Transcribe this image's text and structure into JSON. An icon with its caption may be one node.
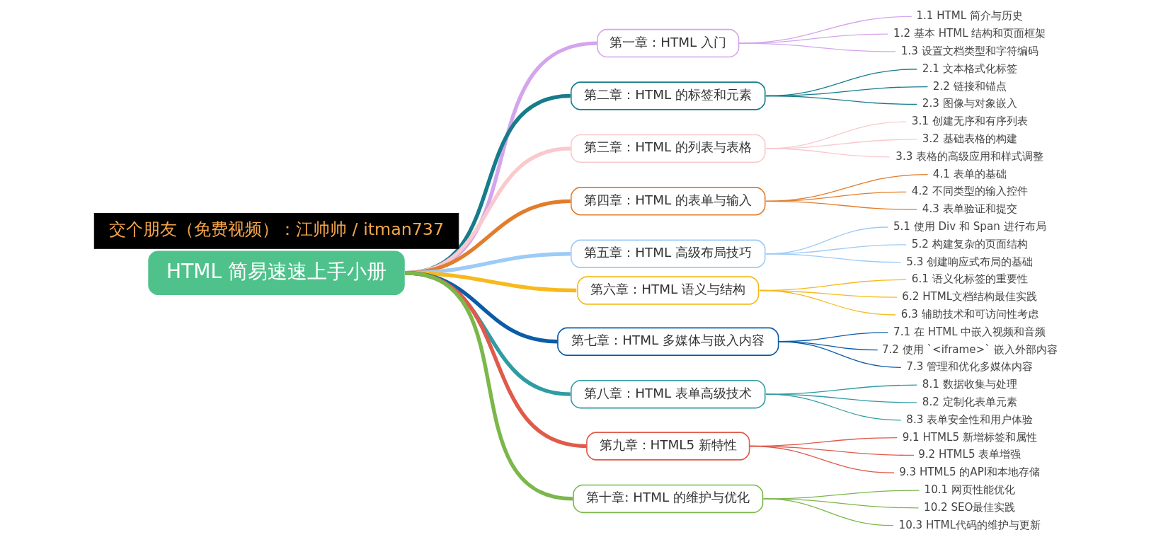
{
  "diagram": {
    "nodes": [
      {
        "text": [
          "HTML 简易速速上手小册"
        ]
      },
      {
        "text": [
          "第一章：HTML 入门"
        ]
      },
      {
        "text": [
          "1.1 HTML 简介与历史"
        ]
      },
      {
        "text": [
          "1.2 基本 HTML 结构和页面框架"
        ]
      },
      {
        "text": [
          "1.3 设置文档类型和字符编码"
        ]
      },
      {
        "text": [
          "第二章：HTML 的标签和元素"
        ]
      },
      {
        "text": [
          "2.1 文本格式化标签"
        ]
      },
      {
        "text": [
          "2.2 链接和锚点"
        ]
      },
      {
        "text": [
          "2.3 图像与对象嵌入"
        ]
      },
      {
        "text": [
          "第三章：HTML 的列表与表格"
        ]
      },
      {
        "text": [
          "3.1 创建无序和有序列表"
        ]
      },
      {
        "text": [
          "3.2 基础表格的构建"
        ]
      },
      {
        "text": [
          "3.3 表格的高级应用和样式调整"
        ]
      },
      {
        "text": [
          "第四章：HTML 的表单与输入"
        ]
      },
      {
        "text": [
          "4.1 表单的基础"
        ]
      },
      {
        "text": [
          "4.2 不同类型的输入控件"
        ]
      },
      {
        "text": [
          "4.3 表单验证和提交"
        ]
      },
      {
        "text": [
          "第五章：HTML 高级布局技巧"
        ]
      },
      {
        "text": [
          "5.1 使用 Div 和 Span 进行布局"
        ]
      },
      {
        "text": [
          "5.2 构建复杂的页面结构"
        ]
      },
      {
        "text": [
          "5.3 创建响应式布局的基础"
        ]
      },
      {
        "text": [
          "第六章：HTML 语义与结构"
        ]
      },
      {
        "text": [
          "6.1 语义化标签的重要性"
        ]
      },
      {
        "text": [
          "6.2 HTML文档结构最佳实践"
        ]
      },
      {
        "text": [
          "6.3 辅助技术和可访问性考虑"
        ]
      },
      {
        "text": [
          "第七章：HTML 多媒体与嵌入内容"
        ]
      },
      {
        "text": [
          "7.1 在 HTML 中嵌入视频和音频"
        ]
      },
      {
        "text": [
          "7.2 使用 `<iframe>` 嵌入外部内容"
        ]
      },
      {
        "text": [
          "7.3 管理和优化多媒体内容"
        ]
      },
      {
        "text": [
          "第八章：HTML 表单高级技术"
        ]
      },
      {
        "text": [
          "8.1 数据收集与处理"
        ]
      },
      {
        "text": [
          "8.2 定制化表单元素"
        ]
      },
      {
        "text": [
          "8.3 表单安全性和用户体验"
        ]
      },
      {
        "text": [
          "第九章：HTML5 新特性"
        ]
      },
      {
        "text": [
          "9.1 HTML5 新增标签和属性"
        ]
      },
      {
        "text": [
          "9.2 HTML5 表单增强"
        ]
      },
      {
        "text": [
          "9.3 HTML5 的API和本地存储"
        ]
      },
      {
        "text": [
          "第十章: HTML 的维护与优化"
        ]
      },
      {
        "text": [
          "10.1 网页性能优化"
        ]
      },
      {
        "text": [
          "10.2 SEO最佳实践"
        ]
      },
      {
        "text": [
          "10.3 HTML代码的维护与更新"
        ]
      }
    ],
    "edges": [
      {
        "from": 0,
        "to": 1,
        "arrow": "none",
        "style": "thick",
        "color": "#d4a5ec"
      },
      {
        "from": 1,
        "to": 2,
        "arrow": "none",
        "color": "#d4a5ec"
      },
      {
        "from": 1,
        "to": 3,
        "arrow": "none",
        "color": "#d4a5ec"
      },
      {
        "from": 1,
        "to": 4,
        "arrow": "none",
        "color": "#d4a5ec"
      },
      {
        "from": 0,
        "to": 5,
        "arrow": "none",
        "style": "thick",
        "color": "#167c8c"
      },
      {
        "from": 5,
        "to": 6,
        "arrow": "none",
        "color": "#167c8c"
      },
      {
        "from": 5,
        "to": 7,
        "arrow": "none",
        "color": "#167c8c"
      },
      {
        "from": 5,
        "to": 8,
        "arrow": "none",
        "color": "#167c8c"
      },
      {
        "from": 0,
        "to": 9,
        "arrow": "none",
        "style": "thick",
        "color": "#f9c9cd"
      },
      {
        "from": 9,
        "to": 10,
        "arrow": "none",
        "color": "#f9c9cd"
      },
      {
        "from": 9,
        "to": 11,
        "arrow": "none",
        "color": "#f9c9cd"
      },
      {
        "from": 9,
        "to": 12,
        "arrow": "none",
        "color": "#f9c9cd"
      },
      {
        "from": 0,
        "to": 13,
        "arrow": "none",
        "style": "thick",
        "color": "#e27d2c"
      },
      {
        "from": 13,
        "to": 14,
        "arrow": "none",
        "color": "#e27d2c"
      },
      {
        "from": 13,
        "to": 15,
        "arrow": "none",
        "color": "#e27d2c"
      },
      {
        "from": 13,
        "to": 16,
        "arrow": "none",
        "color": "#e27d2c"
      },
      {
        "from": 0,
        "to": 17,
        "arrow": "none",
        "style": "thick",
        "color": "#9dcbf7"
      },
      {
        "from": 17,
        "to": 18,
        "arrow": "none",
        "color": "#9dcbf7"
      },
      {
        "from": 17,
        "to": 19,
        "arrow": "none",
        "color": "#9dcbf7"
      },
      {
        "from": 17,
        "to": 20,
        "arrow": "none",
        "color": "#9dcbf7"
      },
      {
        "from": 0,
        "to": 21,
        "arrow": "none",
        "style": "thick",
        "color": "#f7b91c"
      },
      {
        "from": 21,
        "to": 22,
        "arrow": "none",
        "color": "#f7b91c"
      },
      {
        "from": 21,
        "to": 23,
        "arrow": "none",
        "color": "#f7b91c"
      },
      {
        "from": 21,
        "to": 24,
        "arrow": "none",
        "color": "#f7b91c"
      },
      {
        "from": 0,
        "to": 25,
        "arrow": "none",
        "style": "thick",
        "color": "#0b5ca8"
      },
      {
        "from": 25,
        "to": 26,
        "arrow": "none",
        "color": "#0b5ca8"
      },
      {
        "from": 25,
        "to": 27,
        "arrow": "none",
        "color": "#0b5ca8"
      },
      {
        "from": 25,
        "to": 28,
        "arrow": "none",
        "color": "#0b5ca8"
      },
      {
        "from": 0,
        "to": 29,
        "arrow": "none",
        "style": "thick",
        "color": "#2f9ca2"
      },
      {
        "from": 29,
        "to": 30,
        "arrow": "none",
        "color": "#2f9ca2"
      },
      {
        "from": 29,
        "to": 31,
        "arrow": "none",
        "color": "#2f9ca2"
      },
      {
        "from": 29,
        "to": 32,
        "arrow": "none",
        "color": "#2f9ca2"
      },
      {
        "from": 0,
        "to": 33,
        "arrow": "none",
        "style": "thick",
        "color": "#e05a4b"
      },
      {
        "from": 33,
        "to": 34,
        "arrow": "none",
        "color": "#e05a4b"
      },
      {
        "from": 33,
        "to": 35,
        "arrow": "none",
        "color": "#e05a4b"
      },
      {
        "from": 33,
        "to": 36,
        "arrow": "none",
        "color": "#e05a4b"
      },
      {
        "from": 0,
        "to": 37,
        "arrow": "none",
        "style": "thick",
        "color": "#7bb74a"
      },
      {
        "from": 37,
        "to": 38,
        "arrow": "none",
        "color": "#7bb74a"
      },
      {
        "from": 37,
        "to": 39,
        "arrow": "none",
        "color": "#7bb74a"
      },
      {
        "from": 37,
        "to": 40,
        "arrow": "none",
        "color": "#7bb74a"
      }
    ],
    "labels": [
      "交个朋友（免费视频）：江帅帅 / itman737"
    ]
  }
}
